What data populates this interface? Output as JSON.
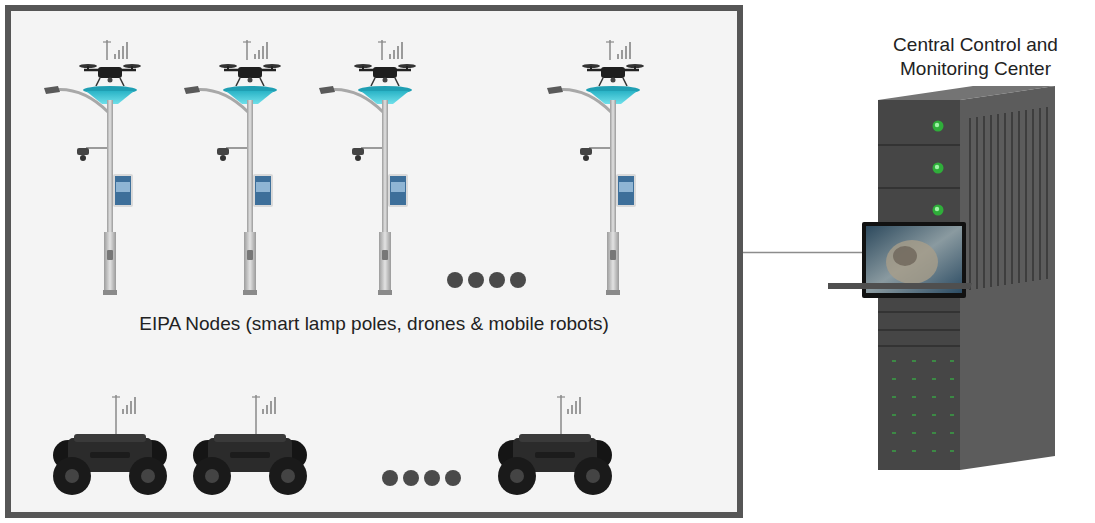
{
  "diagram": {
    "nodes": [
      {
        "text": [
          "EIPA Nodes (smart lamp poles, drones & mobile robots)"
        ]
      },
      {
        "text": [
          "Central Control and Monitoring Center"
        ]
      }
    ],
    "edges": [
      {
        "from": 0,
        "to": 1,
        "arrow": "none"
      }
    ]
  }
}
